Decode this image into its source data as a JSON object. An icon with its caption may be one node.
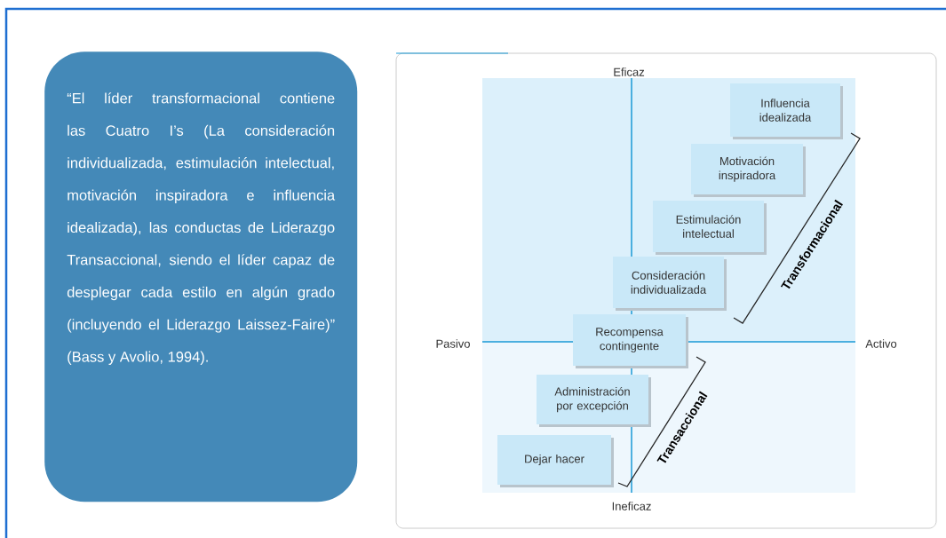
{
  "diagram": {
    "nodes": [
      {
        "text": [
          "“El líder transformacional contiene las Cuatro I’s (La consideración individualizada, estimulación intelectual, motivación inspiradora e influencia idealizada), las conductas de Liderazgo Transaccional, siendo el líder capaz de desplegar cada estilo en algún grado (incluyendo el Liderazgo Laissez-Faire)” (Bass y Avolio, 1994)."
        ]
      },
      {
        "text": [
          "Influencia idealizada"
        ]
      },
      {
        "text": [
          "Motivación inspiradora"
        ]
      },
      {
        "text": [
          "Estimulación intelectual"
        ]
      },
      {
        "text": [
          "Consideración individualizada"
        ]
      },
      {
        "text": [
          "Recompensa contingente"
        ]
      },
      {
        "text": [
          "Administración por excepción"
        ]
      },
      {
        "text": [
          "Dejar hacer"
        ]
      }
    ],
    "labels": [
      "Eficaz",
      "Pasivo",
      "Activo",
      "Ineficaz",
      "Transformacional",
      "Transaccional"
    ]
  }
}
